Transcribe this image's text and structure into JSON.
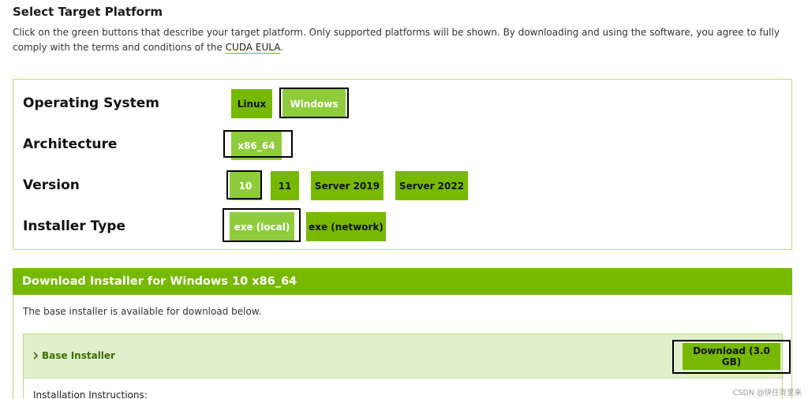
{
  "header": {
    "title": "Select Target Platform",
    "intro_text": "Click on the green buttons that describe your target platform. Only supported platforms will be shown. By downloading and using the software, you agree to fully comply with the terms and conditions of the ",
    "eula_link": "CUDA EULA",
    "intro_end": "."
  },
  "selector": {
    "os": {
      "label": "Operating System",
      "options": [
        "Linux",
        "Windows"
      ],
      "selected": "Windows"
    },
    "arch": {
      "label": "Architecture",
      "options": [
        "x86_64"
      ],
      "selected": "x86_64"
    },
    "version": {
      "label": "Version",
      "options": [
        "10",
        "11",
        "Server 2019",
        "Server 2022"
      ],
      "selected": "10"
    },
    "installer": {
      "label": "Installer Type",
      "options": [
        "exe (local)",
        "exe (network)"
      ],
      "selected": "exe (local)"
    }
  },
  "download": {
    "title": "Download Installer for Windows 10 x86_64",
    "note": "The base installer is available for download below.",
    "base_label": "Base Installer",
    "download_button": "Download (3.0 GB)",
    "instructions_label": "Installation Instructions:"
  },
  "watermark": "CSDN @快往背里来",
  "colors": {
    "accent": "#76b900",
    "selected": "#8fcc3c",
    "panel_bg": "#e1f0cc",
    "border": "#b9dd77"
  }
}
